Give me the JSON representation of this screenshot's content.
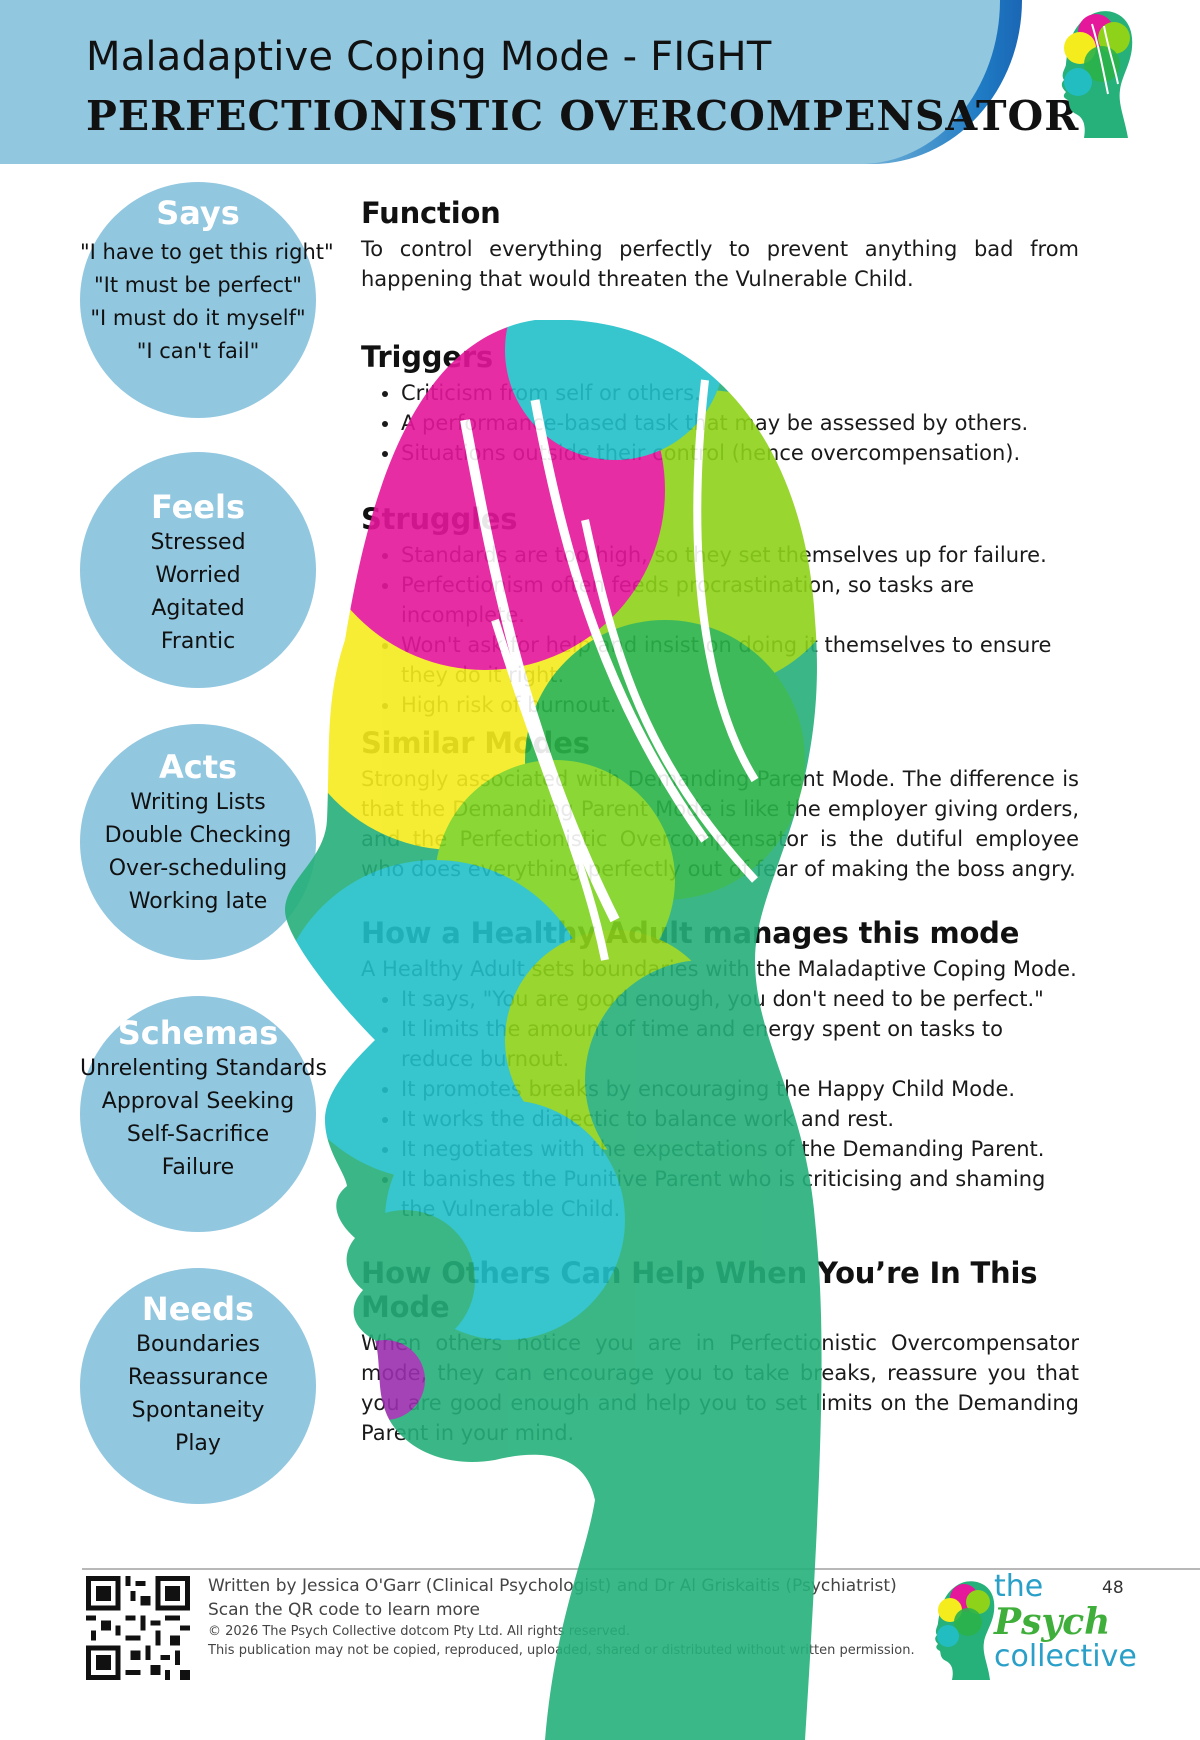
{
  "header": {
    "subtitle": "Maladaptive Coping Mode - FIGHT",
    "title": "PERFECTIONISTIC OVERCOMPENSATOR"
  },
  "left": {
    "says": {
      "title": "Says",
      "lines": [
        "\"I have to get this right\"",
        "\"It must be perfect\"",
        "\"I must do it myself\"",
        "\"I can't fail\""
      ]
    },
    "feels": {
      "title": "Feels",
      "lines": [
        "Stressed",
        "Worried",
        "Agitated",
        "Frantic"
      ]
    },
    "acts": {
      "title": "Acts",
      "lines": [
        "Writing Lists",
        "Double Checking",
        "Over-scheduling",
        "Working late"
      ]
    },
    "schemas": {
      "title": "Schemas",
      "lines": [
        "Unrelenting Standards",
        "Approval Seeking",
        "Self-Sacrifice",
        "Failure"
      ]
    },
    "needs": {
      "title": "Needs",
      "lines": [
        "Boundaries",
        "Reassurance",
        "Spontaneity",
        "Play"
      ]
    }
  },
  "sections": {
    "function": {
      "heading": "Function",
      "text": "To control everything perfectly to prevent anything bad from happening that would threaten the Vulnerable Child."
    },
    "triggers": {
      "heading": "Triggers",
      "items": [
        "Criticism from self or others.",
        "A performance-based task that may be assessed by others.",
        "Situations outside their control (hence overcompensation)."
      ]
    },
    "struggles": {
      "heading": "Struggles",
      "items": [
        "Standards are too high, so they set themselves up for failure.",
        "Perfectionism often feeds procrastination, so tasks are incomplete.",
        "Won't ask for help and insist on doing it themselves to ensure they do it right.",
        "High risk of burnout."
      ]
    },
    "similar": {
      "heading": "Similar Modes",
      "text": "Strongly associated with Demanding Parent Mode. The difference is that the Demanding Parent Mode is like the employer giving orders, and the Perfectionistic Overcompensator is the dutiful employee who does everything perfectly out of fear of making the boss angry."
    },
    "healthy": {
      "heading": "How a Healthy Adult manages this mode",
      "intro": "A Healthy Adult sets boundaries with the Maladaptive Coping Mode.",
      "items": [
        "It says, \"You are good enough, you don't need to be perfect.\"",
        "It limits the amount of time and energy spent on tasks to reduce burnout.",
        "It promotes breaks by encouraging the Happy Child Mode.",
        "It works the dialectic to balance work and rest.",
        "It negotiates with the expectations of the Demanding Parent.",
        "It banishes the Punitive Parent who is criticising and shaming the Vulnerable Child."
      ]
    },
    "others": {
      "heading": "How Others Can Help When You’re In This Mode",
      "text": "When others notice you are in Perfectionistic Overcompensator mode, they can encourage you to take breaks, reassure you that you are good enough and help you to set limits on the Demanding Parent in your mind."
    }
  },
  "footer": {
    "line1": "Written by Jessica O'Garr (Clinical Psychologist) and Dr Al Griskaitis (Psychiatrist)",
    "line2": "Scan the QR code to learn more",
    "line3": "© 2026 The Psych Collective dotcom Pty Ltd. All rights reserved.",
    "line4": "This publication may not be copied, reproduced, uploaded, shared or distributed without written permission.",
    "page": "48",
    "brand": [
      "the",
      "Psych",
      "collective"
    ]
  },
  "colors": {
    "header": "#92c7e0",
    "circle": "#92c7e0",
    "magenta": "#e5179a",
    "yellow": "#f5ec1e",
    "green": "#2bb34a",
    "lime": "#8ed21a",
    "teal": "#22bfc9",
    "sea": "#26b07a",
    "purple": "#9b2fae"
  },
  "icons": [
    "qr-code-icon",
    "head-logo-icon"
  ]
}
